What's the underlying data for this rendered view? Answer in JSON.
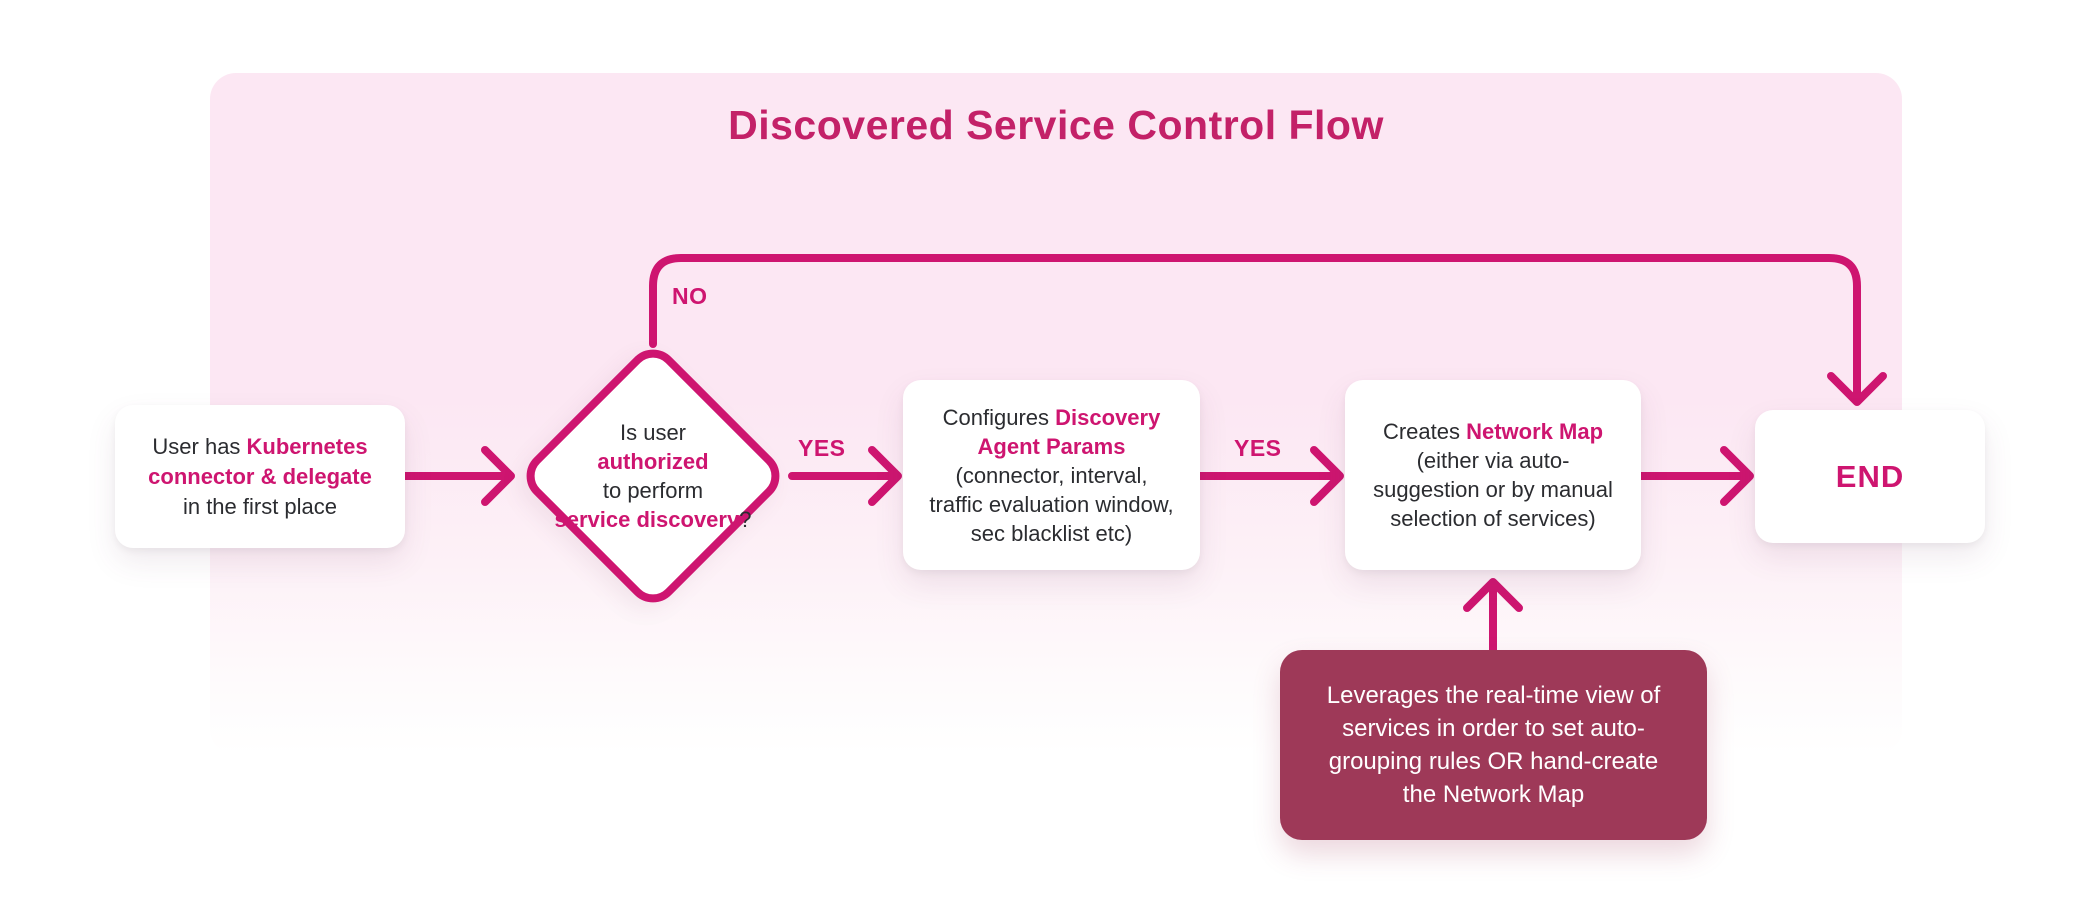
{
  "title": "Discovered Service Control Flow",
  "colors": {
    "accent": "#ce1570",
    "title": "#c32168",
    "note": "#9e3958",
    "panel": "#fce7f3"
  },
  "labels": {
    "no": "NO",
    "yes_decision_to_configure": "YES",
    "yes_configure_to_create": "YES"
  },
  "nodes": {
    "start": {
      "lines": [
        [
          {
            "t": "User has "
          },
          {
            "t": "Kubernetes",
            "accent": true
          }
        ],
        [
          {
            "t": "connector & delegate",
            "accent": true
          }
        ],
        [
          {
            "t": "in the first place"
          }
        ]
      ]
    },
    "decision": {
      "lines": [
        [
          {
            "t": "Is user"
          }
        ],
        [
          {
            "t": "authorized",
            "accent": true
          }
        ],
        [
          {
            "t": "to perform"
          }
        ],
        [
          {
            "t": "service discovery",
            "accent": true
          },
          {
            "t": "?"
          }
        ]
      ]
    },
    "configure": {
      "lines": [
        [
          {
            "t": "Configures "
          },
          {
            "t": "Discovery",
            "accent": true
          }
        ],
        [
          {
            "t": "Agent Params",
            "accent": true
          }
        ],
        [
          {
            "t": "(connector, interval,"
          }
        ],
        [
          {
            "t": "traffic evaluation window,"
          }
        ],
        [
          {
            "t": "sec blacklist etc)"
          }
        ]
      ]
    },
    "create": {
      "lines": [
        [
          {
            "t": "Creates "
          },
          {
            "t": "Network Map",
            "accent": true
          }
        ],
        [
          {
            "t": "(either via auto-"
          }
        ],
        [
          {
            "t": "suggestion or by manual"
          }
        ],
        [
          {
            "t": "selection of services)"
          }
        ]
      ]
    },
    "end": {
      "label": "END"
    },
    "note": {
      "lines": [
        [
          {
            "t": "Leverages the real-time view of"
          }
        ],
        [
          {
            "t": "services in order to set auto-"
          }
        ],
        [
          {
            "t": "grouping rules OR hand-create"
          }
        ],
        [
          {
            "t": "the Network Map"
          }
        ]
      ]
    }
  }
}
